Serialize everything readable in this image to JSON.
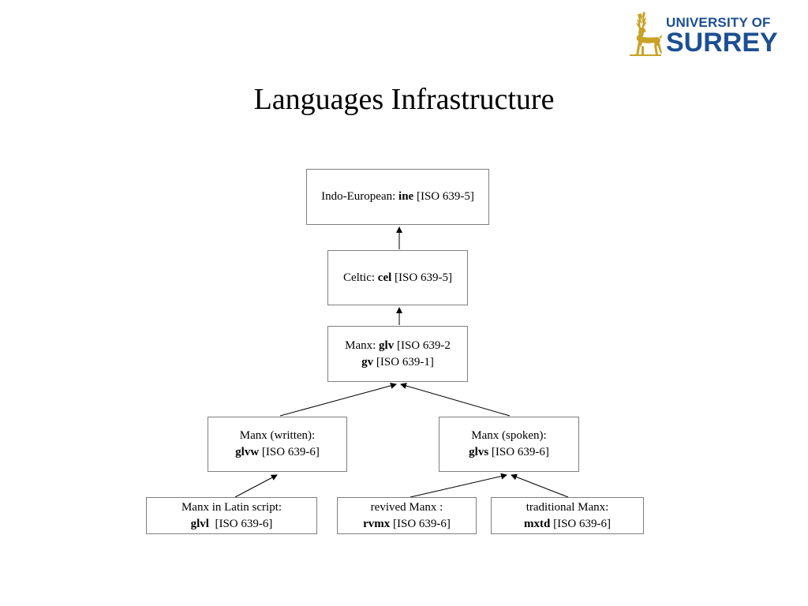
{
  "slide": {
    "title": "Languages Infrastructure"
  },
  "logo": {
    "line1": "UNIVERSITY OF",
    "line2": "SURREY",
    "text_color": "#1d4f91",
    "stag_color": "#c9a227"
  },
  "diagram": {
    "nodes": {
      "indo_european": {
        "name": "Indo-European:",
        "code": "ine",
        "standard": "[ISO 639-5]"
      },
      "celtic": {
        "name": "Celtic:",
        "code": "cel",
        "standard": "[ISO 639-5]"
      },
      "manx": {
        "name": "Manx:",
        "code": "glv",
        "standard": "[ISO 639-2",
        "code2": "gv",
        "standard2": "[ISO 639-1]"
      },
      "manx_written": {
        "name": "Manx (written):",
        "code": "glvw",
        "standard": "[ISO 639-6]"
      },
      "manx_spoken": {
        "name": "Manx (spoken):",
        "code": "glvs",
        "standard": "[ISO 639-6]"
      },
      "manx_latin": {
        "name": "Manx in Latin script:",
        "code": "glvl",
        "standard": "[ISO 639-6]"
      },
      "revived_manx": {
        "name": "revived Manx :",
        "code": "rvmx",
        "standard": "[ISO 639-6]"
      },
      "traditional_manx": {
        "name": "traditional Manx:",
        "code": "mxtd",
        "standard": "[ISO 639-6]"
      }
    },
    "edges": [
      {
        "from": "celtic",
        "to": "indo_european"
      },
      {
        "from": "manx",
        "to": "celtic"
      },
      {
        "from": "manx_written",
        "to": "manx"
      },
      {
        "from": "manx_spoken",
        "to": "manx"
      },
      {
        "from": "manx_latin",
        "to": "manx_written"
      },
      {
        "from": "revived_manx",
        "to": "manx_spoken"
      },
      {
        "from": "traditional_manx",
        "to": "manx_spoken"
      }
    ]
  }
}
